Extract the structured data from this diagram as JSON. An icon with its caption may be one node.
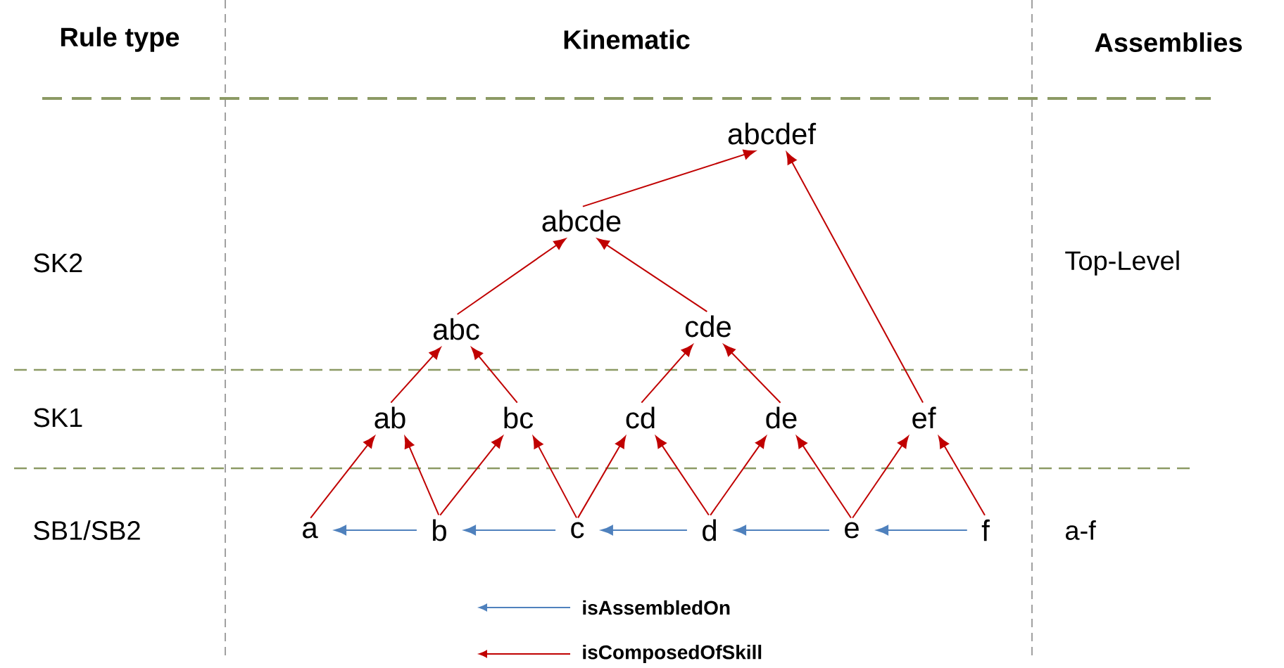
{
  "diagram": {
    "nodes": [
      {
        "text": [
          "abcdef"
        ]
      },
      {
        "text": [
          "abcde"
        ]
      },
      {
        "text": [
          "abc"
        ]
      },
      {
        "text": [
          "cde"
        ]
      },
      {
        "text": [
          "ab"
        ]
      },
      {
        "text": [
          "bc"
        ]
      },
      {
        "text": [
          "cd"
        ]
      },
      {
        "text": [
          "de"
        ]
      },
      {
        "text": [
          "ef"
        ]
      },
      {
        "text": [
          "a"
        ]
      },
      {
        "text": [
          "b"
        ]
      },
      {
        "text": [
          "c"
        ]
      },
      {
        "text": [
          "d"
        ]
      },
      {
        "text": [
          "e"
        ]
      },
      {
        "text": [
          "f"
        ]
      }
    ],
    "edges": [
      {
        "from": 1,
        "to": 0,
        "arrow": "to"
      },
      {
        "from": 8,
        "to": 0,
        "arrow": "to"
      },
      {
        "from": 2,
        "to": 1,
        "arrow": "to"
      },
      {
        "from": 3,
        "to": 1,
        "arrow": "to"
      },
      {
        "from": 4,
        "to": 2,
        "arrow": "to"
      },
      {
        "from": 5,
        "to": 2,
        "arrow": "to"
      },
      {
        "from": 6,
        "to": 3,
        "arrow": "to"
      },
      {
        "from": 7,
        "to": 3,
        "arrow": "to"
      },
      {
        "from": 9,
        "to": 4,
        "arrow": "to"
      },
      {
        "from": 10,
        "to": 4,
        "arrow": "to"
      },
      {
        "from": 10,
        "to": 5,
        "arrow": "to"
      },
      {
        "from": 11,
        "to": 5,
        "arrow": "to"
      },
      {
        "from": 11,
        "to": 6,
        "arrow": "to"
      },
      {
        "from": 12,
        "to": 6,
        "arrow": "to"
      },
      {
        "from": 12,
        "to": 7,
        "arrow": "to"
      },
      {
        "from": 13,
        "to": 7,
        "arrow": "to"
      },
      {
        "from": 13,
        "to": 8,
        "arrow": "to"
      },
      {
        "from": 14,
        "to": 8,
        "arrow": "to"
      },
      {
        "from": 10,
        "to": 9,
        "arrow": "to",
        "color": "#4f81bd"
      },
      {
        "from": 11,
        "to": 10,
        "arrow": "to",
        "color": "#4f81bd"
      },
      {
        "from": 12,
        "to": 11,
        "arrow": "to",
        "color": "#4f81bd"
      },
      {
        "from": 13,
        "to": 12,
        "arrow": "to",
        "color": "#4f81bd"
      },
      {
        "from": 14,
        "to": 13,
        "arrow": "to",
        "color": "#4f81bd"
      }
    ],
    "labels": [
      "Rule type",
      "Kinematic",
      "Assemblies",
      "SK2",
      "Top-Level",
      "SK1",
      "SB1/SB2",
      "a-f"
    ],
    "legend": [
      {
        "text": "isAssembledOn"
      },
      {
        "text": "isComposedOfSkill"
      }
    ]
  }
}
